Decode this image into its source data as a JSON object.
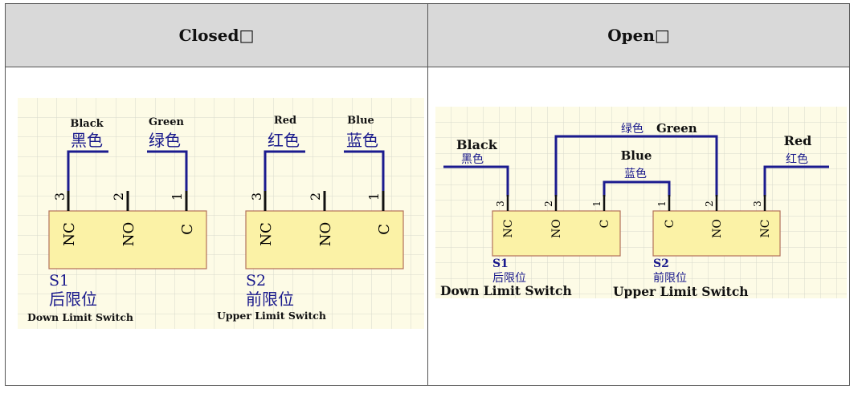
{
  "table": {
    "headers": [
      "Closed□",
      "Open□"
    ]
  },
  "closed": {
    "wires": {
      "black_en": "Black",
      "black_cn": "黑色",
      "green_en": "Green",
      "green_cn": "绿色",
      "red_en": "Red",
      "red_cn": "红色",
      "blue_en": "Blue",
      "blue_cn": "蓝色"
    },
    "s1": {
      "id": "S1",
      "cn": "后限位",
      "en": "Down Limit Switch",
      "pins": [
        {
          "num": "3",
          "name": "NC"
        },
        {
          "num": "2",
          "name": "NO"
        },
        {
          "num": "1",
          "name": "C"
        }
      ]
    },
    "s2": {
      "id": "S2",
      "cn": "前限位",
      "en": "Upper Limit Switch",
      "pins": [
        {
          "num": "3",
          "name": "NC"
        },
        {
          "num": "2",
          "name": "NO"
        },
        {
          "num": "1",
          "name": "C"
        }
      ]
    }
  },
  "open": {
    "wires": {
      "black_en": "Black",
      "black_cn": "黑色",
      "green_en": "Green",
      "green_cn": "绿色",
      "red_en": "Red",
      "red_cn": "红色",
      "blue_en": "Blue",
      "blue_cn": "蓝色"
    },
    "s1": {
      "id": "S1",
      "cn": "后限位",
      "en": "Down Limit Switch",
      "pins": [
        {
          "num": "3",
          "name": "NC"
        },
        {
          "num": "2",
          "name": "NO"
        },
        {
          "num": "1",
          "name": "C"
        }
      ]
    },
    "s2": {
      "id": "S2",
      "cn": "前限位",
      "en": "Upper Limit Switch",
      "pins": [
        {
          "num": "1",
          "name": "C"
        },
        {
          "num": "2",
          "name": "NO"
        },
        {
          "num": "3",
          "name": "NC"
        }
      ]
    }
  },
  "colors": {
    "grid_bg": "#fdfbe6",
    "grid_line": "#d8d8cc",
    "wire": "#1b1b8f",
    "box": "#fbf2a6"
  }
}
